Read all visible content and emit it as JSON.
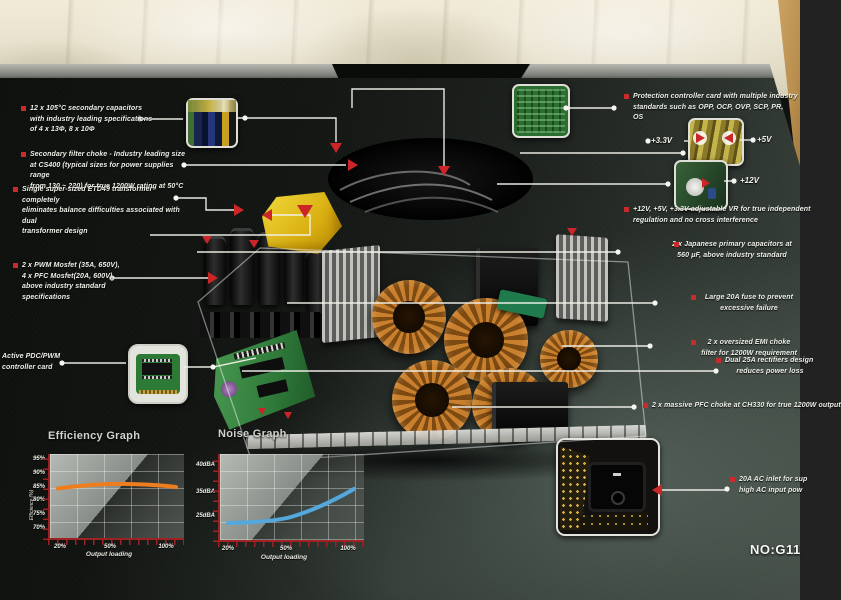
{
  "scene": {
    "product_code": "NO:G11"
  },
  "callouts": {
    "left": [
      {
        "lines": [
          "12 x 105°C secondary capacitors",
          "with industry leading specifications",
          "of 4 x 13Φ, 8 x 10Φ"
        ]
      },
      {
        "lines": [
          "Secondary filter choke - Industry leading size",
          "at CS400 (typical sizes for power supplies range",
          "from 130 ~ 220) for true 1200W rating at 50°C"
        ]
      },
      {
        "lines": [
          "Single super-sized ETD49 transformer completely",
          "eliminates balance difficulties associated with dual",
          "transformer design"
        ]
      },
      {
        "lines": [
          "2 x PWM Mosfet (35A, 650V),",
          "4 x PFC Mosfet(20A, 600V),",
          "above industry standard",
          "specifications"
        ]
      },
      {
        "lines": [
          "Active PDC/PWM",
          "controller card"
        ]
      }
    ],
    "right": [
      {
        "lines": [
          "Protection controller card with multiple industry",
          "standards such as OPP, OCP, OVP, SCP, PR,",
          "OS"
        ]
      },
      {
        "lines": [
          "+12V, +5V, +3.3V adjustable VR for true independent",
          "regulation and no cross interference"
        ]
      },
      {
        "lines": [
          "2 x Japanese primary capacitors at",
          "560 μF, above industry standard"
        ]
      },
      {
        "lines": [
          "Large 20A fuse to prevent",
          "excessive failure"
        ]
      },
      {
        "lines": [
          "2 x oversized EMI choke",
          "filter for 1200W requirement"
        ]
      },
      {
        "lines": [
          "Dual 25A rectifiers design",
          "reduces power loss"
        ]
      },
      {
        "lines": [
          "2 x massive PFC choke at CH330 for true 1200W output"
        ]
      },
      {
        "lines": [
          "20A AC inlet for sup",
          "high AC input pow"
        ]
      }
    ]
  },
  "voltage_labels": {
    "v33": "+3.3V",
    "v5": "+5V",
    "v12": "+12V"
  },
  "chart_data": [
    {
      "type": "line",
      "title": "Efficiency Graph",
      "xlabel": "Output loading",
      "ylabel": "Efficiency (%)",
      "x_tick_labels": [
        "20%",
        "50%",
        "100%"
      ],
      "y_tick_labels": [
        "95%",
        "90%",
        "85%",
        "80%",
        "75%",
        "70%"
      ],
      "x": [
        20,
        40,
        60,
        80,
        100
      ],
      "series": [
        {
          "name": "Efficiency",
          "values": [
            85.0,
            86.0,
            86.5,
            86.3,
            85.5
          ]
        }
      ],
      "ylim": [
        70,
        95
      ],
      "line_color": "#ee7d1e",
      "grid": true,
      "legend": false
    },
    {
      "type": "line",
      "title": "Noise Graph",
      "xlabel": "Output loading",
      "ylabel": "",
      "x_tick_labels": [
        "20%",
        "50%",
        "100%"
      ],
      "y_tick_labels": [
        "40dBA",
        "35dBA",
        "25dBA"
      ],
      "x": [
        20,
        40,
        60,
        80,
        100
      ],
      "series": [
        {
          "name": "Noise",
          "values": [
            25.5,
            25.8,
            27.0,
            30.0,
            34.0
          ]
        }
      ],
      "ylim": [
        22,
        42
      ],
      "line_color": "#55a8dc",
      "grid": true,
      "legend": false
    }
  ]
}
